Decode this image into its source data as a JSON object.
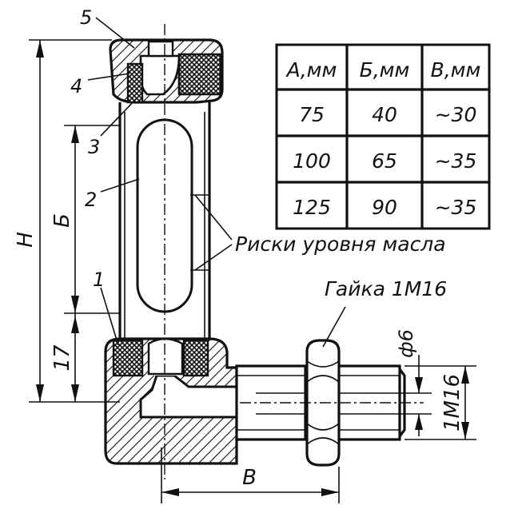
{
  "callouts": {
    "part1": "1",
    "part2": "2",
    "part3": "3",
    "part4": "4",
    "part5": "5",
    "oil_marks": "Риски уровня масла",
    "nut": "Гайка 1М16"
  },
  "dimensions": {
    "h": "H",
    "b": "Б",
    "v": "В",
    "d17": "17",
    "d6": "ф6",
    "thread": "1М16"
  },
  "table": {
    "headers": [
      "А,мм",
      "Б,мм",
      "В,мм"
    ],
    "rows": [
      [
        "75",
        "40",
        "~30"
      ],
      [
        "100",
        "65",
        "~35"
      ],
      [
        "125",
        "90",
        "~35"
      ]
    ]
  }
}
